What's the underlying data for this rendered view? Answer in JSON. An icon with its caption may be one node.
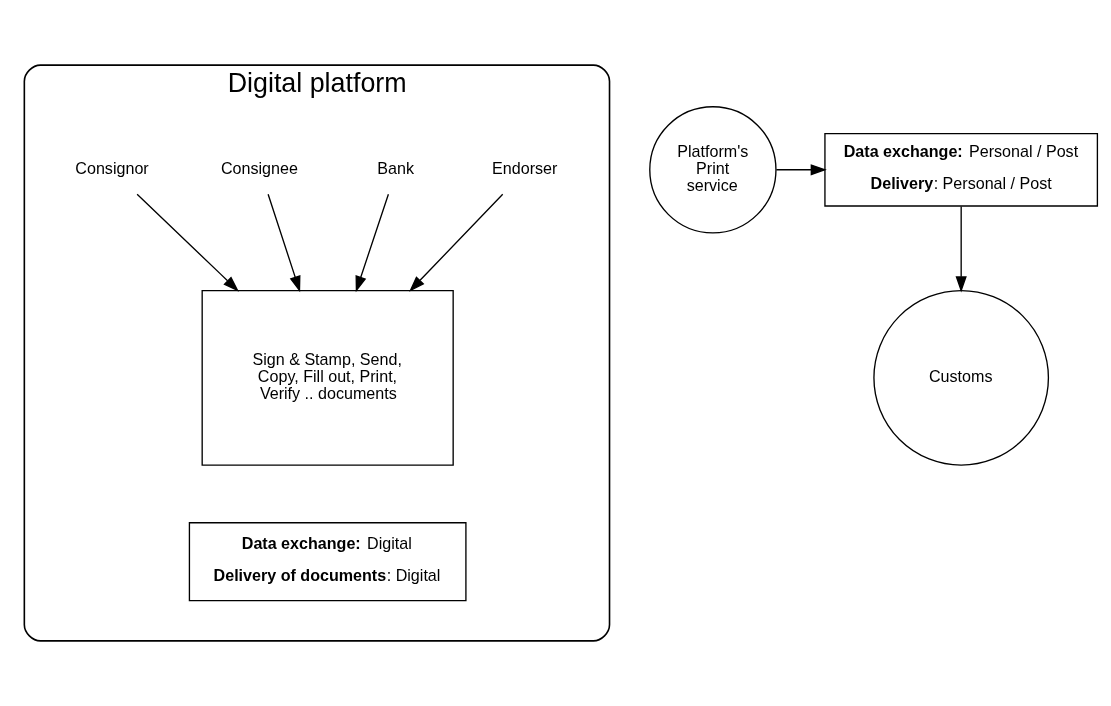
{
  "diagram": {
    "nodes": [
      {
        "text": [
          "Digital platform"
        ]
      },
      {
        "text": [
          "Endorser"
        ],
        "in": 0
      },
      {
        "text": [
          "Bank"
        ],
        "in": 0
      },
      {
        "text": [
          "Consignee"
        ],
        "in": 0
      },
      {
        "text": [
          "Consignor"
        ],
        "in": 0
      },
      {
        "text": [
          "Sign & Stamp, Send, Copy, Fill out, Print, Verify .. documents"
        ],
        "in": 0
      },
      {
        "text": [
          "**Data exchange:** Digital",
          "**Delivery of documents**: Digital"
        ],
        "in": 0
      },
      {
        "text": [
          "Platform's Print service"
        ]
      },
      {
        "text": [
          "**Data exchange:** Personal / Post",
          "**Delivery**: Personal / Post"
        ]
      },
      {
        "text": [
          "Customs"
        ]
      }
    ],
    "edges": [
      {
        "from": 1,
        "to": 5,
        "arrow": "to"
      },
      {
        "from": 2,
        "to": 5,
        "arrow": "to"
      },
      {
        "from": 3,
        "to": 5,
        "arrow": "to"
      },
      {
        "from": 4,
        "to": 5,
        "arrow": "to"
      },
      {
        "from": 7,
        "to": 8,
        "arrow": "to"
      },
      {
        "from": 8,
        "to": 9,
        "arrow": "to"
      }
    ]
  }
}
